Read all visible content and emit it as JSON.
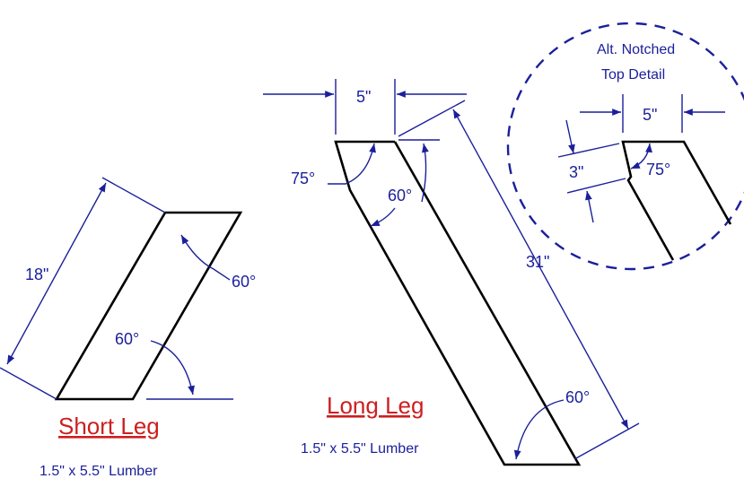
{
  "colors": {
    "outline": "#000000",
    "dimension": "#1b1f9a",
    "title": "#cc1f1f"
  },
  "short_leg": {
    "title": "Short Leg",
    "material": "1.5\" x 5.5\" Lumber",
    "length": "18\"",
    "top_angle": "60°",
    "bottom_angle": "60°"
  },
  "long_leg": {
    "title": "Long Leg",
    "material": "1.5\" x 5.5\" Lumber",
    "length": "31\"",
    "top_width": "5\"",
    "top_left_angle": "75°",
    "top_right_angle": "60°",
    "bottom_angle": "60°"
  },
  "detail": {
    "title_line1": "Alt. Notched",
    "title_line2": "Top Detail",
    "width": "5\"",
    "notch_depth": "3\"",
    "angle": "75°"
  }
}
